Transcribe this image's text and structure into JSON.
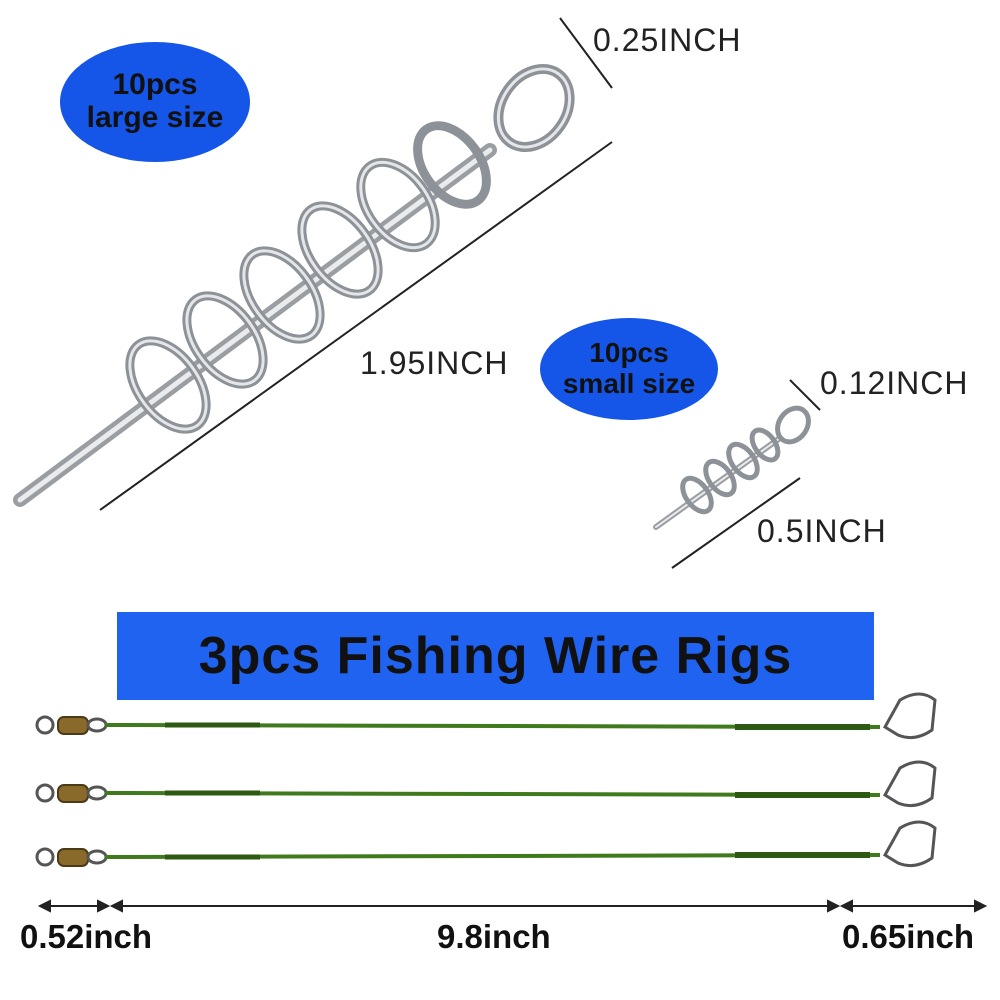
{
  "badges": {
    "large": {
      "line1": "10pcs",
      "line2": "large size"
    },
    "small": {
      "line1": "10pcs",
      "line2": "small size"
    }
  },
  "dimensions": {
    "large_ring": "0.25INCH",
    "large_length": "1.95INCH",
    "small_ring": "0.12INCH",
    "small_length": "0.5INCH"
  },
  "banner": {
    "title": "3pcs Fishing Wire Rigs"
  },
  "rig_dimensions": {
    "left": "0.52inch",
    "middle": "9.8inch",
    "right": "0.65inch"
  },
  "colors": {
    "badge_blue": "#1556e8",
    "banner_blue": "#1f63f0",
    "wire_green": "#3f7a1c"
  }
}
